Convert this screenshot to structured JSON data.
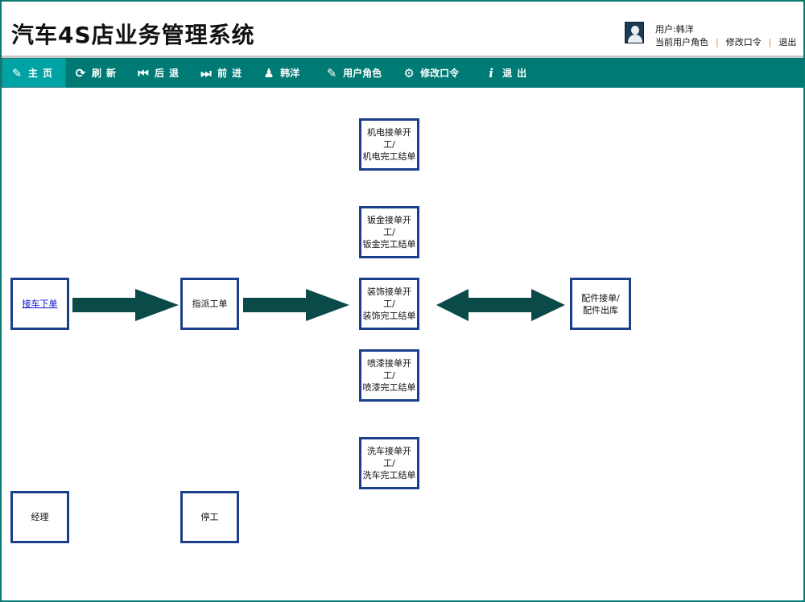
{
  "header": {
    "title": "汽车4S店业务管理系统",
    "user_label": "用户:韩洋",
    "links": [
      "当前用户角色",
      "修改口令",
      "退出"
    ]
  },
  "toolbar": [
    {
      "icon": "edit-icon",
      "glyph": "✎",
      "label": "主页",
      "active": true
    },
    {
      "icon": "refresh-icon",
      "glyph": "⟳",
      "label": "刷新"
    },
    {
      "icon": "back-icon",
      "glyph": "⏮",
      "label": "后退"
    },
    {
      "icon": "forward-icon",
      "glyph": "⏭",
      "label": "前进"
    },
    {
      "icon": "user-icon",
      "glyph": "♟",
      "label": "韩洋"
    },
    {
      "icon": "edit-icon",
      "glyph": "✎",
      "label": "用户角色"
    },
    {
      "icon": "gear-icon",
      "glyph": "⚙",
      "label": "修改口令"
    },
    {
      "icon": "info-icon",
      "glyph": "i",
      "label": "退出"
    }
  ],
  "flow": {
    "reception": "接车下单",
    "dispatch": "指派工单",
    "mech": "机电接单开工/\n机电完工结单",
    "sheet": "钣金接单开工/\n钣金完工结单",
    "decor": "装饰接单开工/\n装饰完工结单",
    "paint": "喷漆接单开工/\n喷漆完工结单",
    "wash": "洗车接单开工/\n洗车完工结单",
    "parts": "配件接单/\n配件出库",
    "manager": "经理",
    "stop": "停工"
  },
  "colors": {
    "toolbar": "#007a74",
    "active": "#00a3a3",
    "box_border": "#1b3f8c",
    "arrow": "#0a4a48"
  }
}
